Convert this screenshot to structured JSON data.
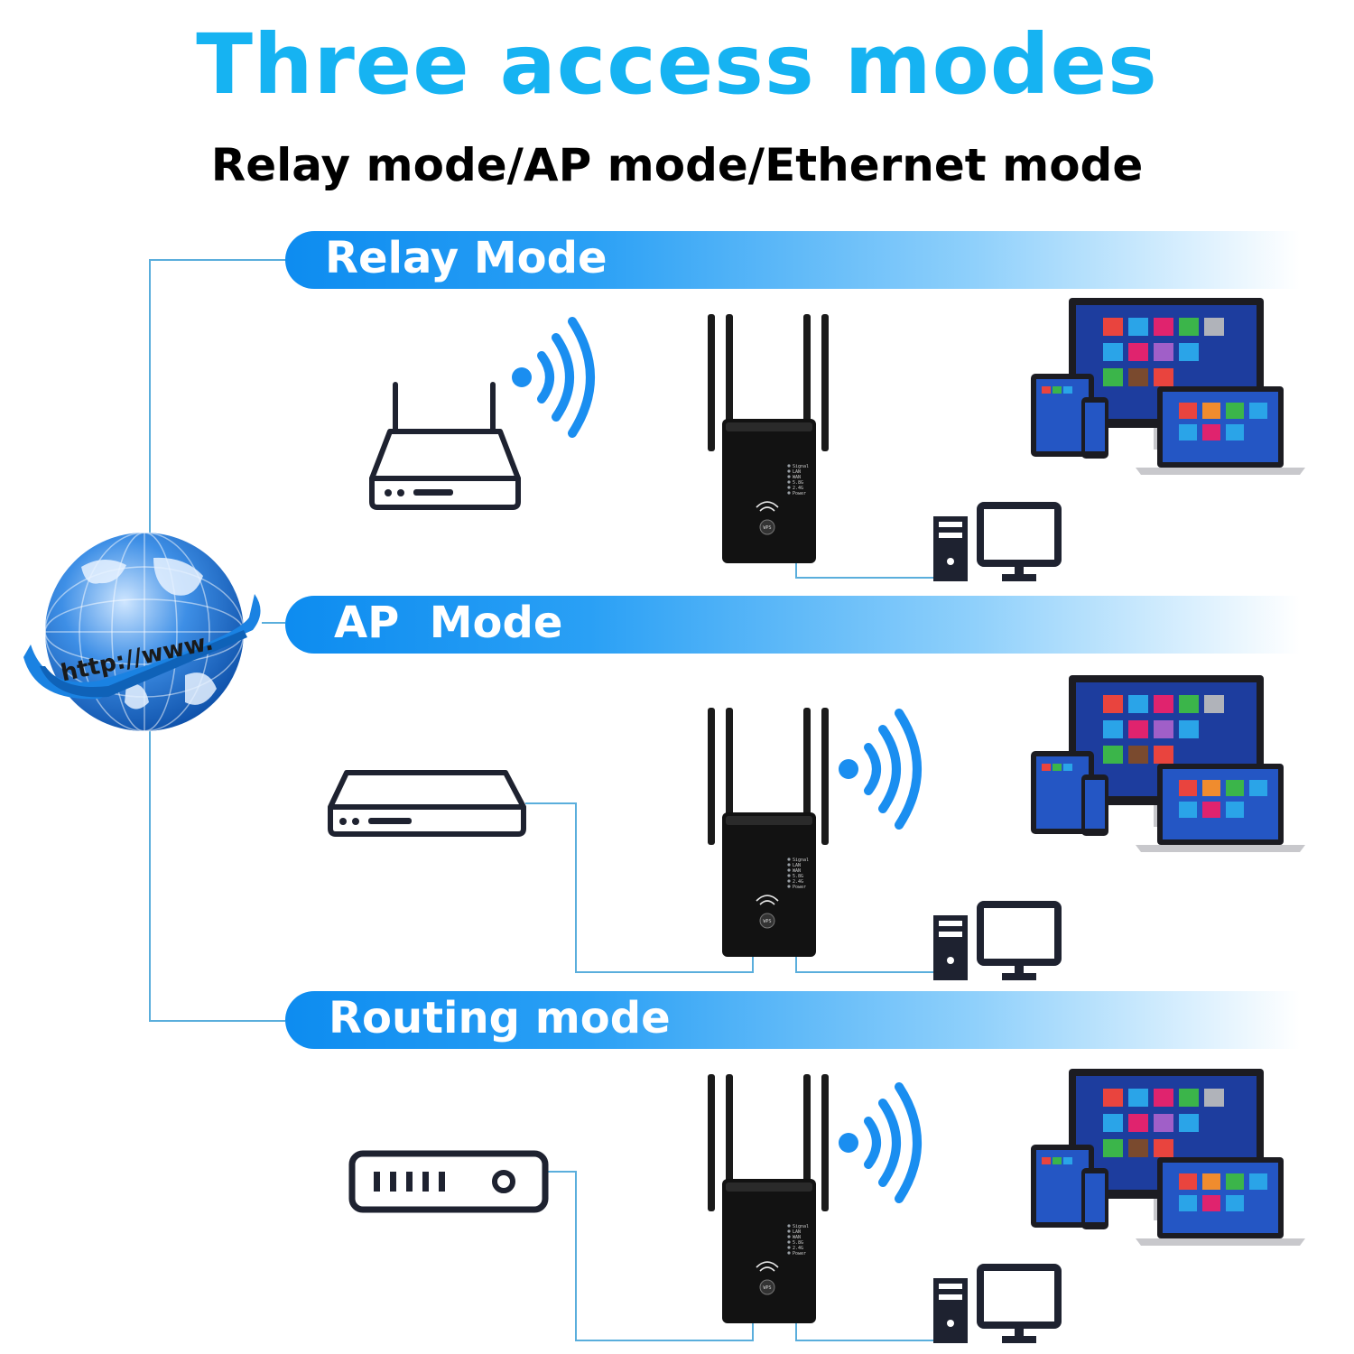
{
  "title": "Three access modes",
  "subtitle": "Relay mode/AP mode/Ethernet mode",
  "globe": {
    "label": "http://www."
  },
  "modes": [
    {
      "label": "Relay Mode",
      "source_icon": "wifi-router-icon"
    },
    {
      "label": "AP  Mode",
      "source_icon": "network-switch-icon"
    },
    {
      "label": "Routing mode",
      "source_icon": "modem-icon"
    }
  ],
  "extender": {
    "leds": [
      "Signal",
      "LAN",
      "WAN",
      "5.8G",
      "2.4G",
      "Power"
    ],
    "button": "WPS"
  },
  "colors": {
    "title": "#16b3f2",
    "banner_start": "#0d8cf0",
    "wifi_waves": "#1a8ef0",
    "connector_lines": "#5aaedc",
    "device_outline": "#1e2230"
  },
  "icons": [
    "globe-icon",
    "wifi-waves-icon",
    "wifi-extender-icon",
    "devices-icon",
    "desktop-pc-icon"
  ]
}
